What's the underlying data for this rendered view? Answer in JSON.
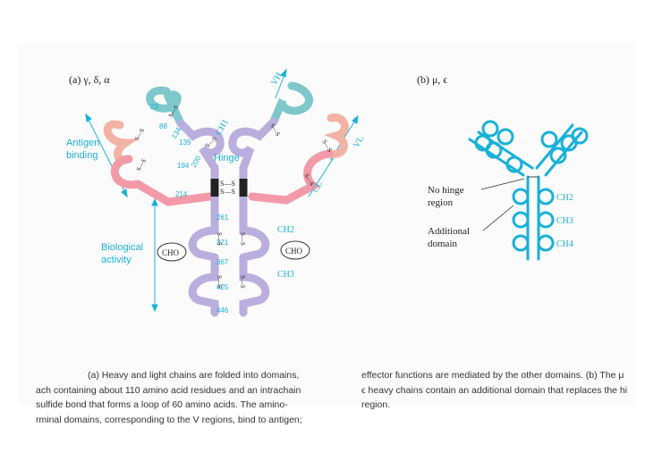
{
  "panel_a": {
    "label": "(a) γ, δ, α",
    "antigen_binding": [
      "Antigen",
      "binding"
    ],
    "biological_activity": [
      "Biological",
      "activity"
    ],
    "hinge": "Hinge",
    "cho": "CHO",
    "disulfide": "S—S",
    "residue_numbers": [
      "23",
      "88",
      "134",
      "139",
      "194",
      "200",
      "214",
      "261",
      "321",
      "367",
      "425",
      "446"
    ],
    "domain_labels": {
      "vh": "VH",
      "ch1": "CH1",
      "vl": "VL",
      "cl": "CL",
      "ch2": "CH2",
      "ch3": "CH3"
    }
  },
  "panel_b": {
    "label": "(b) μ, ϵ",
    "no_hinge_region": [
      "No hinge",
      "region"
    ],
    "additional_domain": [
      "Additional",
      "domain"
    ],
    "domain_labels": {
      "ch2": "CH2",
      "ch3": "CH3",
      "ch4": "CH4"
    }
  },
  "caption_left": [
    "(a) Heavy and light chains are folded into domains,",
    "ach containing about 110 amino acid residues and an intrachain",
    "sulfide bond that forms a loop of 60 amino acids. The amino-",
    "rminal domains, corresponding to the V regions, bind to antigen;"
  ],
  "caption_right": [
    "effector functions are mediated by the other domains. (b) The μ",
    "ϵ heavy chains contain an additional domain that replaces the hi",
    "region."
  ],
  "colors": {
    "cyan": "#1ab0d8",
    "heavy_v": "#7ec8cc",
    "light_v": "#f2b3a5",
    "light_c": "#f29aa8",
    "heavy_c": "#b9aedd",
    "black": "#222222"
  }
}
